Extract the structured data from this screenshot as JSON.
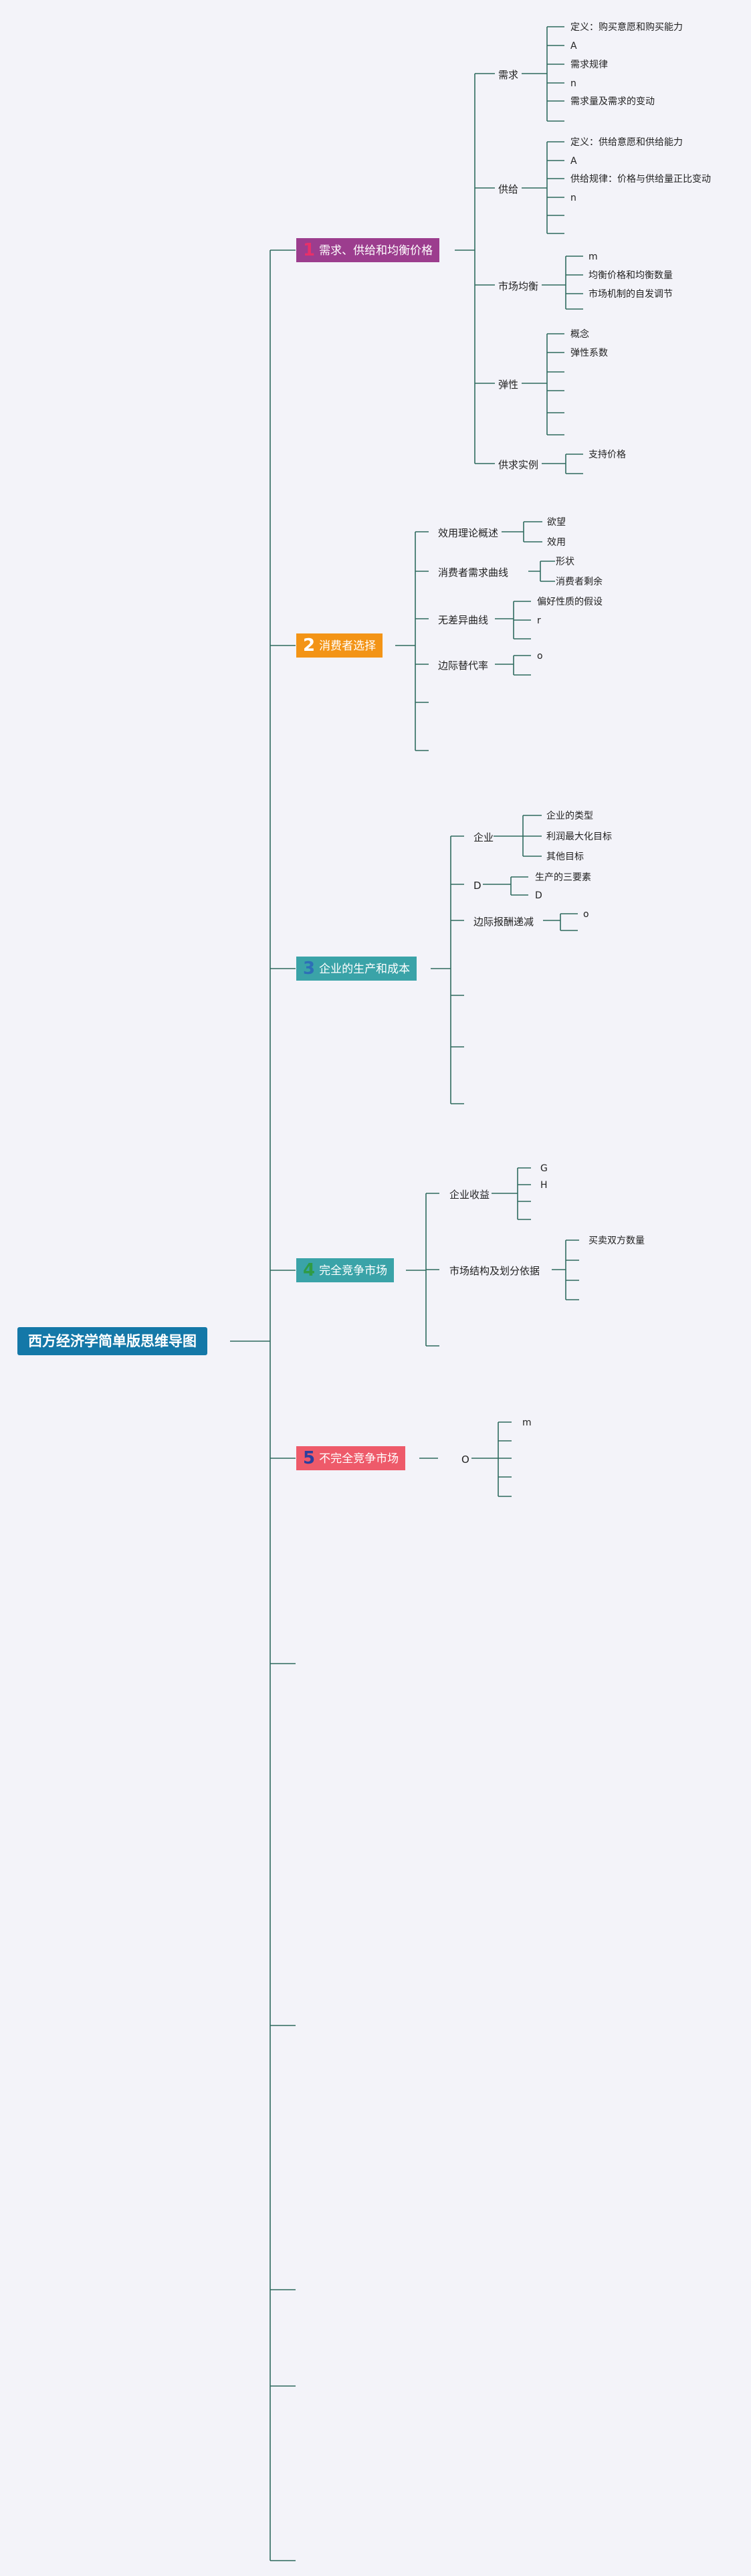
{
  "root": {
    "title": "西方经济学简单版思维导图"
  },
  "branches": [
    {
      "num": "1",
      "label": "需求、供给和均衡价格",
      "color": "#9c3d8e",
      "num_color": "#e8306a",
      "children": [
        {
          "label": "需求",
          "children": [
            "定义：购买意愿和购买能力",
            "A",
            "需求规律",
            "n",
            "需求量及需求的变动",
            ""
          ]
        },
        {
          "label": "供给",
          "children": [
            "定义：供给意愿和供给能力",
            "A",
            "供给规律：价格与供给量正比变动",
            "n",
            "",
            ""
          ]
        },
        {
          "label": "市场均衡",
          "children": [
            "m",
            "均衡价格和均衡数量",
            "市场机制的自发调节"
          ]
        },
        {
          "label": "弹性",
          "children": [
            "概念",
            "弹性系数",
            "",
            "",
            "",
            ""
          ]
        },
        {
          "label": "供求实例",
          "children": [
            "支持价格",
            ""
          ]
        }
      ]
    },
    {
      "num": "2",
      "label": "消费者选择",
      "color": "#f39416",
      "num_color": "#ffffff",
      "children": [
        {
          "label": "效用理论概述",
          "children": [
            "欲望",
            "效用"
          ]
        },
        {
          "label": "消费者需求曲线",
          "children": [
            "形状",
            "消费者剩余"
          ]
        },
        {
          "label": "无差异曲线",
          "children": [
            "偏好性质的假设",
            "r",
            ""
          ]
        },
        {
          "label": "边际替代率",
          "children": [
            "o",
            ""
          ]
        },
        {
          "label": "",
          "children": []
        },
        {
          "label": "",
          "children": []
        }
      ]
    },
    {
      "num": "3",
      "label": "企业的生产和成本",
      "color": "#3aa3a8",
      "num_color": "#2d6fb7",
      "children": [
        {
          "label": "企业",
          "children": [
            "企业的类型",
            "利润最大化目标",
            "其他目标"
          ]
        },
        {
          "label": "D",
          "children": [
            "生产的三要素",
            "D"
          ]
        },
        {
          "label": "边际报酬递减",
          "children": [
            "o",
            ""
          ]
        },
        {
          "label": "",
          "children": []
        },
        {
          "label": "",
          "children": []
        },
        {
          "label": "",
          "children": []
        },
        {
          "label": "",
          "children": []
        }
      ]
    },
    {
      "num": "4",
      "label": "完全竞争市场",
      "color": "#3aa3a8",
      "num_color": "#2f9b46",
      "children": [
        {
          "label": "企业收益",
          "children": [
            "G",
            "H",
            "",
            ""
          ]
        },
        {
          "label": "市场结构及划分依据",
          "children": [
            "买卖双方数量",
            "",
            "",
            ""
          ]
        },
        {
          "label": "",
          "children": []
        }
      ]
    },
    {
      "num": "5",
      "label": "不完全竞争市场",
      "color": "#ee5a6a",
      "num_color": "#2b3f9e",
      "children": [
        {
          "label": "O",
          "children": [
            "m",
            "",
            "",
            "",
            ""
          ]
        }
      ]
    }
  ]
}
